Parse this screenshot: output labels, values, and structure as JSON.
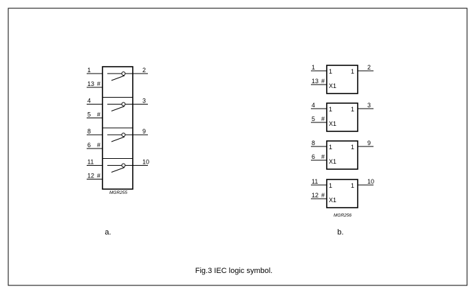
{
  "symbol_a": {
    "sections": [
      {
        "in": "1",
        "ctrl": "13",
        "ctrl_mark": "#",
        "out": "2"
      },
      {
        "in": "4",
        "ctrl": "5",
        "ctrl_mark": "#",
        "out": "3"
      },
      {
        "in": "8",
        "ctrl": "6",
        "ctrl_mark": "#",
        "out": "9"
      },
      {
        "in": "11",
        "ctrl": "12",
        "ctrl_mark": "#",
        "out": "10"
      }
    ],
    "code": "MGR255",
    "label": "a."
  },
  "symbol_b": {
    "sections": [
      {
        "in": "1",
        "ctrl": "13",
        "ctrl_mark": "#",
        "out": "2",
        "in_qual": "1",
        "out_qual": "1",
        "ctrl_qual": "X1"
      },
      {
        "in": "4",
        "ctrl": "5",
        "ctrl_mark": "#",
        "out": "3",
        "in_qual": "1",
        "out_qual": "1",
        "ctrl_qual": "X1"
      },
      {
        "in": "8",
        "ctrl": "6",
        "ctrl_mark": "#",
        "out": "9",
        "in_qual": "1",
        "out_qual": "1",
        "ctrl_qual": "X1"
      },
      {
        "in": "11",
        "ctrl": "12",
        "ctrl_mark": "#",
        "out": "10",
        "in_qual": "1",
        "out_qual": "1",
        "ctrl_qual": "X1"
      }
    ],
    "code": "MGR256",
    "label": "b."
  },
  "caption": "Fig.3  IEC logic symbol."
}
